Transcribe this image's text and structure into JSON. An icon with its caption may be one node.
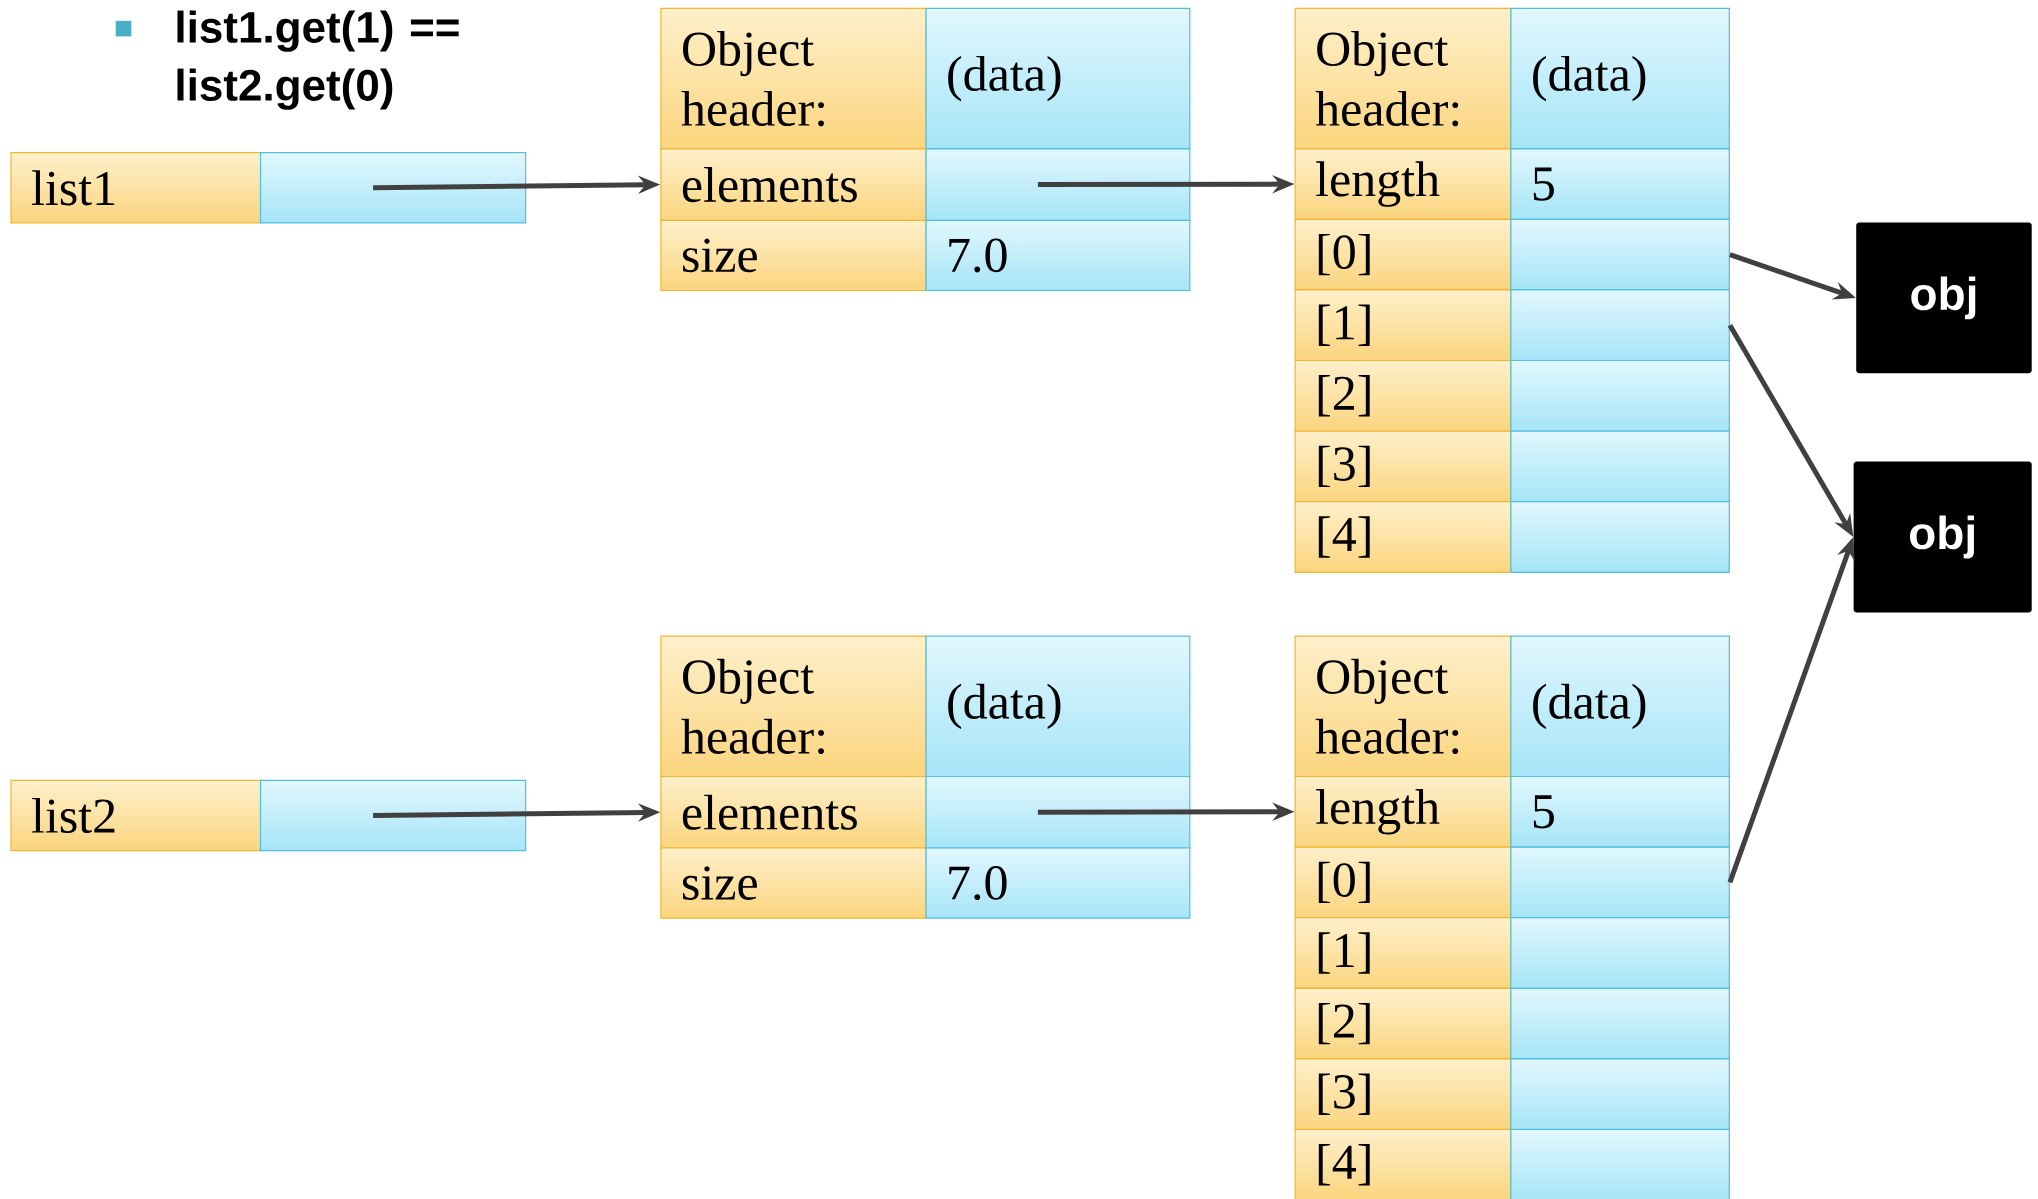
{
  "diagram": {
    "title": "list1.get(1) == list2.get(0)",
    "nodes": [
      {
        "text": [
          "list1"
        ]
      },
      {
        "text": [],
        "shape": "box"
      },
      {
        "text": [
          "Object header:"
        ]
      },
      {
        "text": [
          "(data)"
        ]
      },
      {
        "text": [
          "elements"
        ]
      },
      {
        "text": [],
        "shape": "box"
      },
      {
        "text": [
          "size"
        ]
      },
      {
        "text": [
          "7.0"
        ]
      },
      {
        "text": [
          "Object header:"
        ]
      },
      {
        "text": [
          "(data)"
        ]
      },
      {
        "text": [
          "length"
        ]
      },
      {
        "text": [
          "5"
        ]
      },
      {
        "text": [
          "[0]"
        ]
      },
      {
        "text": [],
        "shape": "box"
      },
      {
        "text": [
          "[1]"
        ]
      },
      {
        "text": [],
        "shape": "box"
      },
      {
        "text": [
          "[2]"
        ]
      },
      {
        "text": [],
        "shape": "box"
      },
      {
        "text": [
          "[3]"
        ]
      },
      {
        "text": [],
        "shape": "box"
      },
      {
        "text": [
          "[4]"
        ]
      },
      {
        "text": [],
        "shape": "box"
      },
      {
        "text": [
          "obj"
        ]
      },
      {
        "text": [
          "obj"
        ]
      },
      {
        "text": [
          "list2"
        ]
      },
      {
        "text": [],
        "shape": "box"
      },
      {
        "text": [
          "Object header:"
        ]
      },
      {
        "text": [
          "(data)"
        ]
      },
      {
        "text": [
          "elements"
        ]
      },
      {
        "text": [],
        "shape": "box"
      },
      {
        "text": [
          "size"
        ]
      },
      {
        "text": [
          "7.0"
        ]
      },
      {
        "text": [
          "Object header:"
        ]
      },
      {
        "text": [
          "(data)"
        ]
      },
      {
        "text": [
          "length"
        ]
      },
      {
        "text": [
          "5"
        ]
      },
      {
        "text": [
          "[0]"
        ]
      },
      {
        "text": [],
        "shape": "box"
      },
      {
        "text": [
          "[1]"
        ]
      },
      {
        "text": [],
        "shape": "box"
      },
      {
        "text": [
          "[2]"
        ]
      },
      {
        "text": [],
        "shape": "box"
      },
      {
        "text": [
          "[3]"
        ]
      },
      {
        "text": [],
        "shape": "box"
      },
      {
        "text": [
          "[4]"
        ]
      },
      {
        "text": [],
        "shape": "box"
      }
    ],
    "edges": [
      {
        "from": 1,
        "to": 4,
        "arrow": "to"
      },
      {
        "from": 5,
        "to": 10,
        "arrow": "to"
      },
      {
        "from": 13,
        "to": 22,
        "arrow": "to"
      },
      {
        "from": 15,
        "to": 23,
        "arrow": "to"
      },
      {
        "from": 25,
        "to": 28,
        "arrow": "to"
      },
      {
        "from": 29,
        "to": 34,
        "arrow": "to"
      },
      {
        "from": 37,
        "to": 23,
        "arrow": "to"
      }
    ]
  }
}
